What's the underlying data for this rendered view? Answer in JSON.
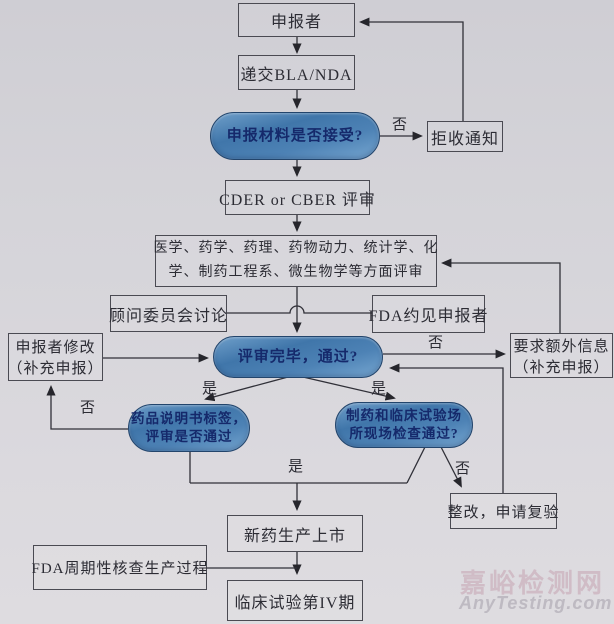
{
  "nodes": {
    "applicant": {
      "label": "申报者"
    },
    "submit": {
      "label": "递交BLA/NDA"
    },
    "accept_q": {
      "label": "申报材料是否接受?"
    },
    "reject": {
      "label": "拒收通知"
    },
    "cder": {
      "label": "CDER or CBER 评审"
    },
    "review_depts": {
      "line1": "医学、药学、药理、药物动力、统计学、化",
      "line2": "学、制药工程系、微生物学等方面评审"
    },
    "advisory": {
      "label": "顾问委员会讨论"
    },
    "fda_meet": {
      "label": "FDA约见申报者"
    },
    "review_done_q": {
      "label": "评审完毕，通过?"
    },
    "applicant_revise": {
      "line1": "申报者修改",
      "line2": "（补充申报）"
    },
    "extra_info": {
      "line1": "要求额外信息",
      "line2": "（补充申报）"
    },
    "label_q": {
      "line1": "药品说明书标签，",
      "line2": "评审是否通过"
    },
    "site_q": {
      "line1": "制药和临床试验场",
      "line2": "所现场检查通过?"
    },
    "rectify": {
      "label": "整改，申请复验"
    },
    "market": {
      "label": "新药生产上市"
    },
    "fda_periodic": {
      "label": "FDA周期性核查生产过程"
    },
    "phase4": {
      "label": "临床试验第IV期"
    }
  },
  "edge_labels": {
    "no_reject": "否",
    "no_extra": "否",
    "no_revise": "否",
    "no_rectify": "否",
    "yes_label": "是",
    "yes_site": "是",
    "yes_market": "是"
  },
  "watermark": {
    "line1": "嘉峪检测网",
    "line2": "AnyTesting.com"
  },
  "colors": {
    "background": "#d5d4d9",
    "line": "#303038",
    "box_border": "#4a4a52",
    "ellipse_fill_dark": "#4076aa",
    "ellipse_fill_light": "#76a6d0",
    "ellipse_border": "#23456c",
    "ellipse_text": "#15296b",
    "watermark_red": "#c5a2b1",
    "watermark_gray": "#a8a4ae"
  }
}
